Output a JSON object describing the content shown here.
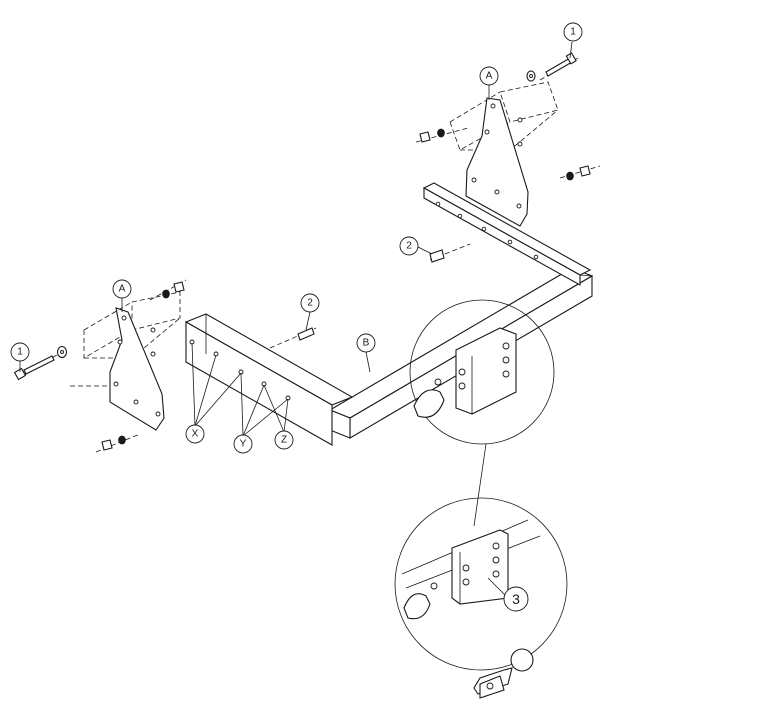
{
  "diagram": {
    "callouts": {
      "bolt_top": "1",
      "bolt_left": "1",
      "screw_upper": "2",
      "screw_mid": "2",
      "bracket_right": "A",
      "bracket_left": "A",
      "crossbar": "B",
      "hole_x": "X",
      "hole_y": "Y",
      "hole_z": "Z",
      "towball": "3"
    }
  }
}
